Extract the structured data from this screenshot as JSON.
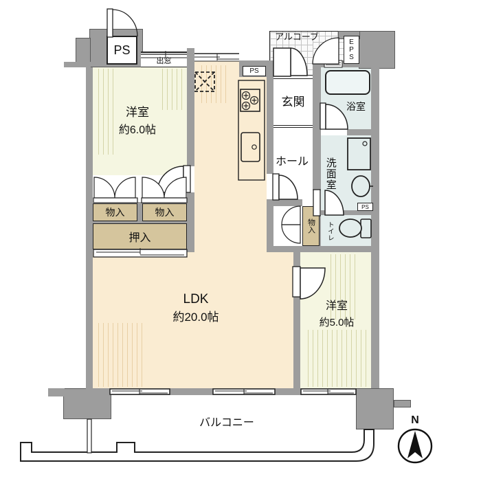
{
  "plan_type": "apartment-floor-plan",
  "colors": {
    "wall_gray": "#9d9d9d",
    "room_yellow": "#f5f6e1",
    "ldk_cream": "#faecd2",
    "storage_tan": "#d5c59d",
    "wet_area_blue": "#e3edec",
    "outline_black": "#222222"
  },
  "labels": {
    "ps_top": "PS",
    "bay_window": "出窓",
    "alcove": "アルコーブ",
    "eps": "EPS",
    "kitchen_ps": "PS",
    "entrance": "玄関",
    "hall": "ホール",
    "bathroom": "浴室",
    "washroom": "洗面室",
    "washroom_ps": "PS",
    "toilet": "トイレ",
    "storage_a": "物入",
    "storage_b": "物入",
    "oshiire": "押入",
    "hall_storage": "物入",
    "balcony": "バルコニー",
    "compass_north": "N"
  },
  "rooms": {
    "western_room_6": {
      "name": "洋室",
      "size": "約6.0帖"
    },
    "ldk": {
      "name": "LDK",
      "size": "約20.0帖"
    },
    "western_room_5": {
      "name": "洋室",
      "size": "約5.0帖"
    }
  }
}
